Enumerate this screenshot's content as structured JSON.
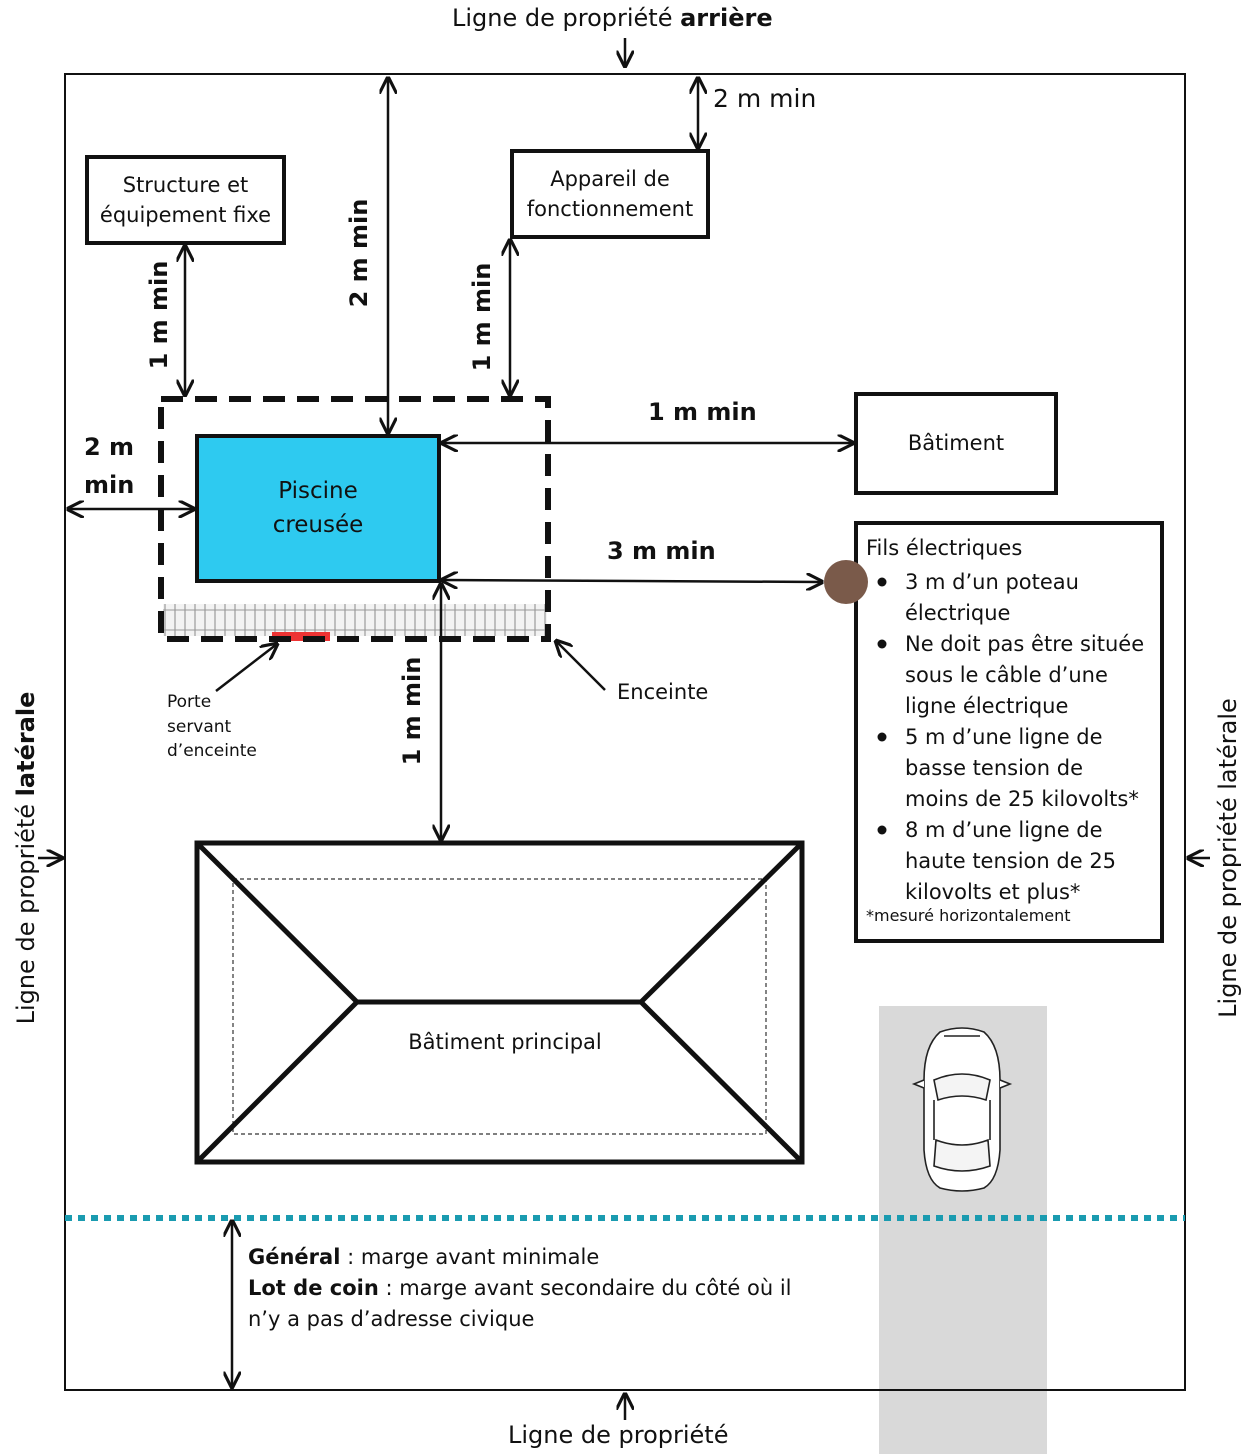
{
  "property_lines": {
    "rear_prefix": "Ligne de propriété ",
    "rear_bold": "arrière",
    "left_prefix": "Ligne de propriété ",
    "left_bold": "latérale",
    "right": "Ligne de propriété latérale",
    "front": "Ligne de propriété"
  },
  "boxes": {
    "structure": [
      "Structure et",
      "équipement fixe"
    ],
    "appareil": [
      "Appareil de",
      "fonctionnement"
    ],
    "batiment": "Bâtiment",
    "piscine": [
      "Piscine",
      "creusée"
    ],
    "batiment_principal": "Bâtiment principal"
  },
  "distances": {
    "appareil_top": "2 m min",
    "structure_pool": "1 m min",
    "rear_pool": "2 m min",
    "appareil_pool": "1 m min",
    "pool_batiment": "1 m min",
    "side_pool_line1": "2 m",
    "side_pool_line2": "min",
    "pool_electric": "3 m min",
    "pool_house": "1 m min"
  },
  "labels": {
    "porte": [
      "Porte",
      "servant",
      "d’enceinte"
    ],
    "enceinte": "Enceinte"
  },
  "electric": {
    "title": "Fils électriques",
    "items": [
      [
        "3 m d’un poteau",
        "électrique"
      ],
      [
        "Ne doit pas être située",
        "sous le câble d’une",
        "ligne électrique"
      ],
      [
        "5 m d’une ligne de",
        "basse tension de",
        "moins de 25 kilovolts*"
      ],
      [
        "8 m d’une ligne de",
        "haute tension de 25",
        "kilovolts et plus*"
      ]
    ],
    "note": "*mesuré horizontalement"
  },
  "front_margin": {
    "general_bold": "Général",
    "general_text": " : marge avant minimale",
    "corner_bold": "Lot de coin",
    "corner_text_1": " : marge avant secondaire du côté où il",
    "corner_text_2": "n’y a pas d’adresse civique"
  },
  "colors": {
    "pool": "#2ecaf0",
    "pole": "#7a5a4a",
    "gate": "#ee3333",
    "front_setback_line": "#1a9bb0",
    "driveway": "#d9d9d9"
  }
}
